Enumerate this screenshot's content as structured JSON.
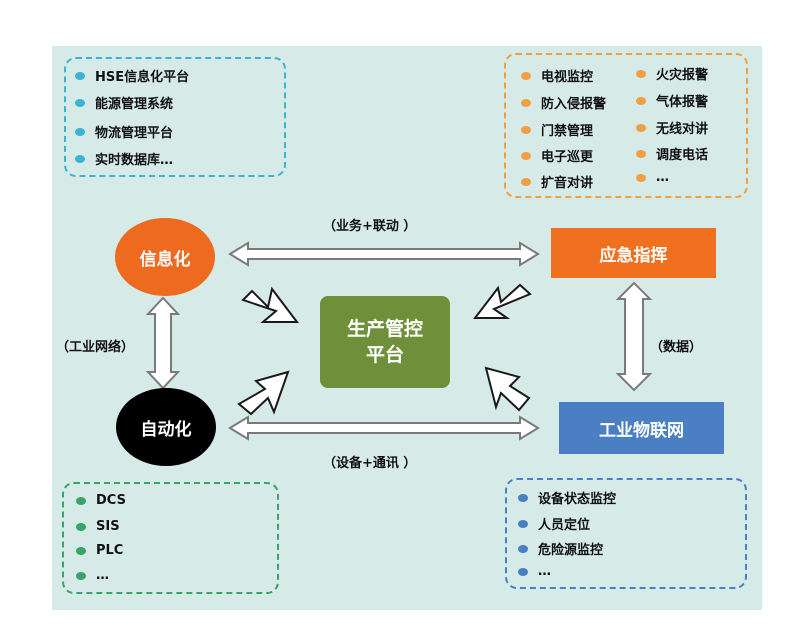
{
  "colors": {
    "panel": "#d6ebe7",
    "info": "#ed6a1f",
    "auto": "#000000",
    "center": "#6f8f3a",
    "emergency": "#f07020",
    "iot": "#4a7fc4",
    "teal_border": "#3bb2d6",
    "orange_border": "#f0a040",
    "green_border": "#3aa36a",
    "blue_border": "#4a7fc4"
  },
  "nodes": {
    "info": "信息化",
    "auto": "自动化",
    "center_line1": "生产管控",
    "center_line2": "平台",
    "emergency": "应急指挥",
    "iot": "工业物联网"
  },
  "connectors": {
    "top": "（业务+联动 ）",
    "bottom": "（设备+通讯 ）",
    "left": "（工业网络）",
    "right": "（数据）"
  },
  "lists": {
    "info_systems": [
      "HSE信息化平台",
      "能源管理系统",
      "物流管理平台",
      "实时数据库…"
    ],
    "emergency_col1": [
      "电视监控",
      "防入侵报警",
      "门禁管理",
      "电子巡更",
      "扩音对讲"
    ],
    "emergency_col2": [
      "火灾报警",
      "气体报警",
      "无线对讲",
      "调度电话",
      "…"
    ],
    "automation": [
      "DCS",
      "SIS",
      "PLC",
      "…"
    ],
    "iot": [
      "设备状态监控",
      "人员定位",
      "危险源监控",
      "…"
    ]
  }
}
